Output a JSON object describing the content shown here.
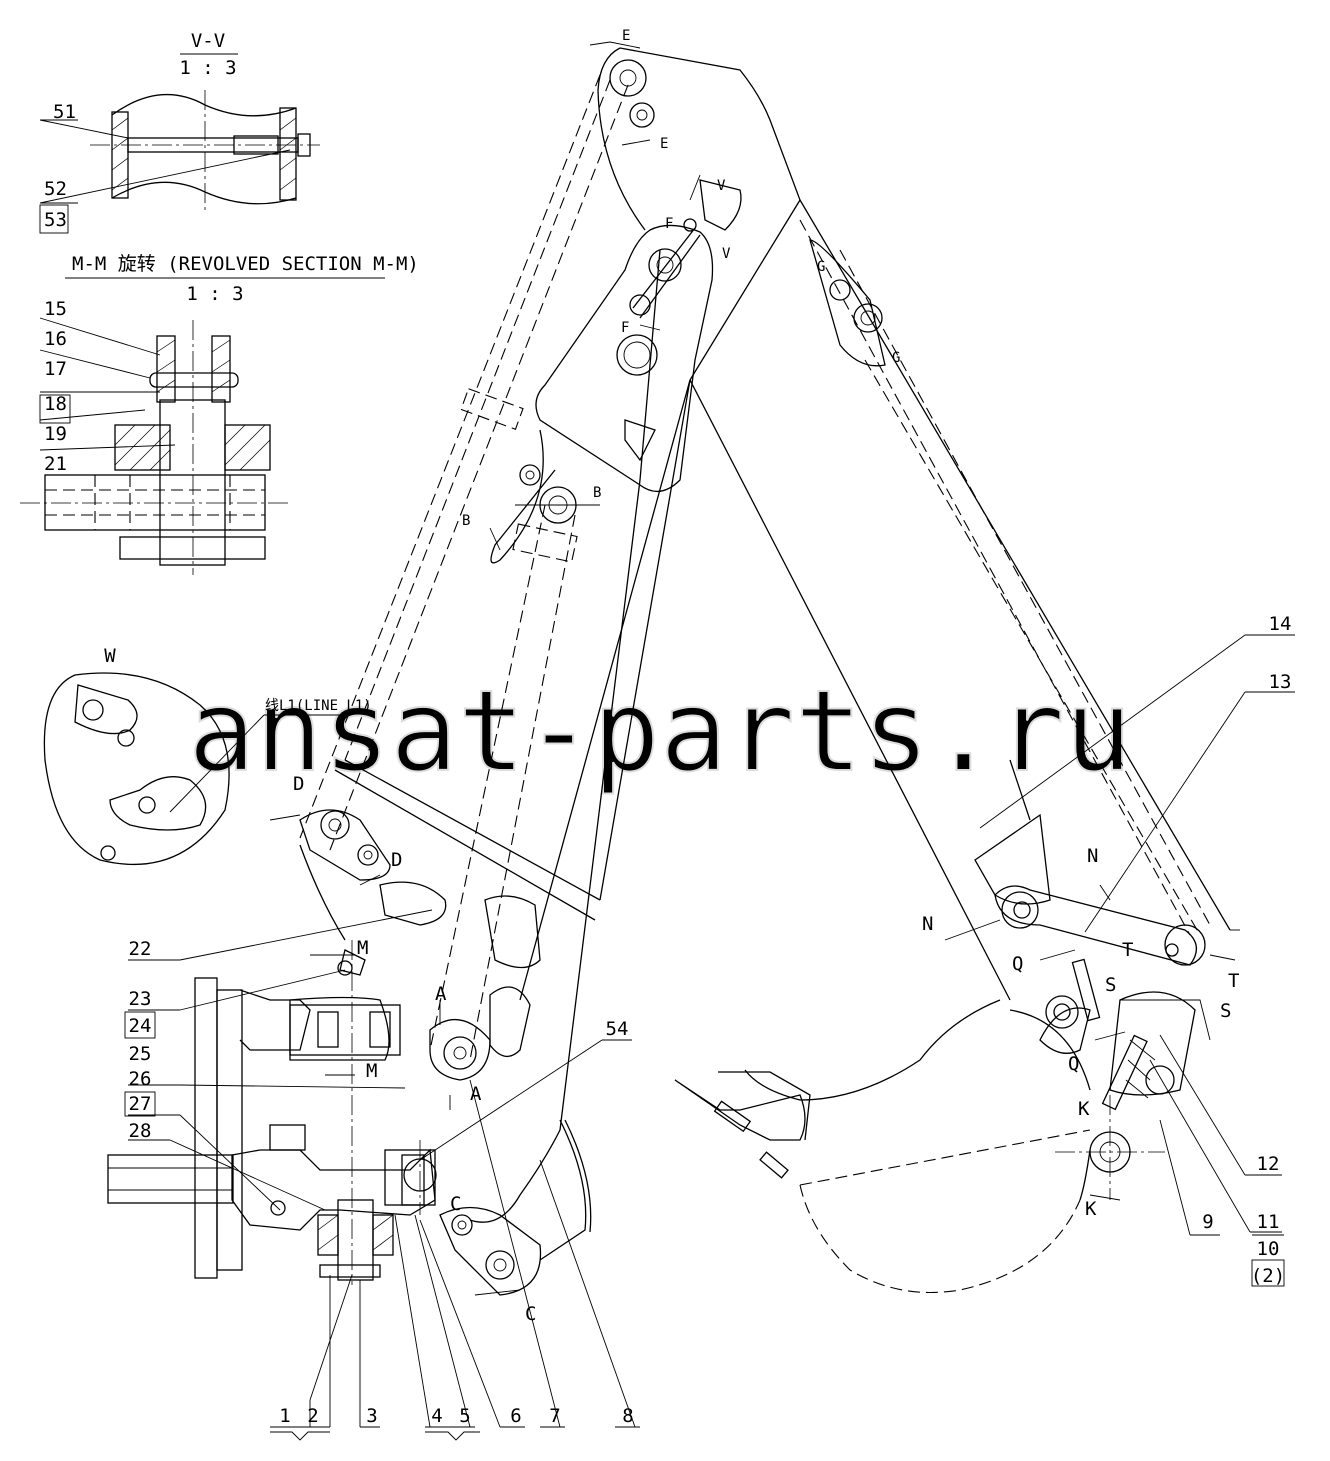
{
  "sections": {
    "vv_title": "V-V",
    "vv_scale": "1 : 3",
    "mm_title": "M-M 旋转 (REVOLVED SECTION M-M)",
    "mm_scale": "1 : 3",
    "w_title": "W",
    "line_l1": "线L1(LINE L1)"
  },
  "watermark": "ansat-parts.ru",
  "part_numbers": {
    "p1": "1",
    "p2": "2",
    "p3": "3",
    "p4": "4",
    "p5": "5",
    "p6": "6",
    "p7": "7",
    "p8": "8",
    "p9": "9",
    "p10": "10",
    "p2b": "(2)",
    "p11": "11",
    "p12": "12",
    "p13": "13",
    "p14": "14",
    "p15": "15",
    "p16": "16",
    "p17": "17",
    "p18": "18",
    "p19": "19",
    "p21": "21",
    "p22": "22",
    "p23": "23",
    "p24": "24",
    "p25": "25",
    "p26": "26",
    "p27": "27",
    "p28": "28",
    "p51": "51",
    "p52": "52",
    "p53": "53",
    "p54": "54"
  },
  "section_letters": {
    "A": "A",
    "B": "B",
    "C": "C",
    "D": "D",
    "E": "E",
    "F": "F",
    "G": "G",
    "K": "K",
    "M": "M",
    "N": "N",
    "Q": "Q",
    "S": "S",
    "T": "T",
    "V": "V"
  }
}
